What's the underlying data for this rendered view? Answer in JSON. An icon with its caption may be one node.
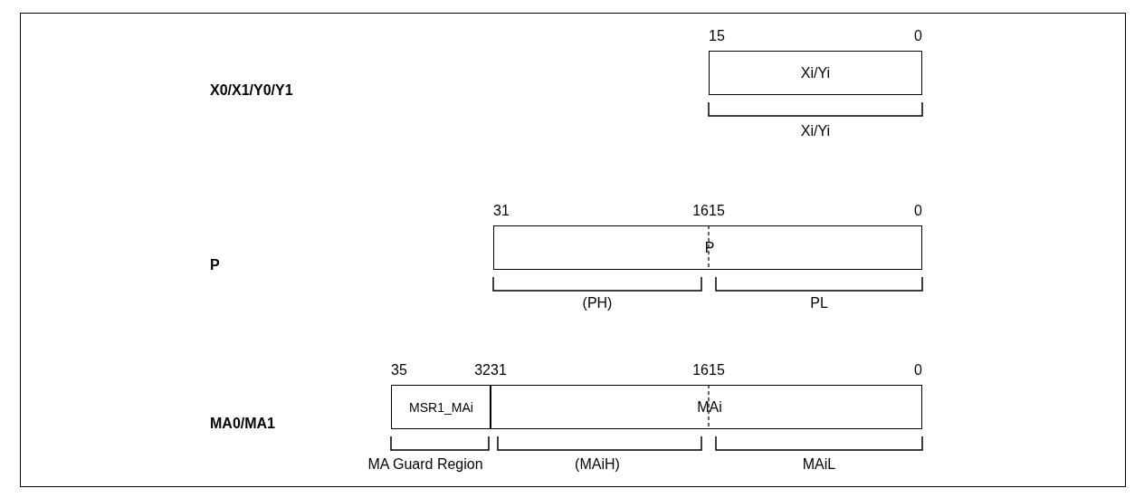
{
  "diagram": {
    "nodes": [
      {
        "text": [
          "Xi/Yi"
        ]
      },
      {
        "text": [
          "P"
        ]
      },
      {
        "text": [
          "MSR1_MAi"
        ]
      },
      {
        "text": [
          "MAi"
        ]
      }
    ],
    "labels": [
      "15",
      "0",
      "X0/X1/Y0/Y1",
      "Xi/Yi",
      "31",
      "16",
      "15",
      "0",
      "P",
      "(PH)",
      "PL",
      "35",
      "32",
      "31",
      "16",
      "15",
      "0",
      "MA0/MA1",
      "MA Guard Region",
      "(MAiH)",
      "MAiL"
    ]
  }
}
